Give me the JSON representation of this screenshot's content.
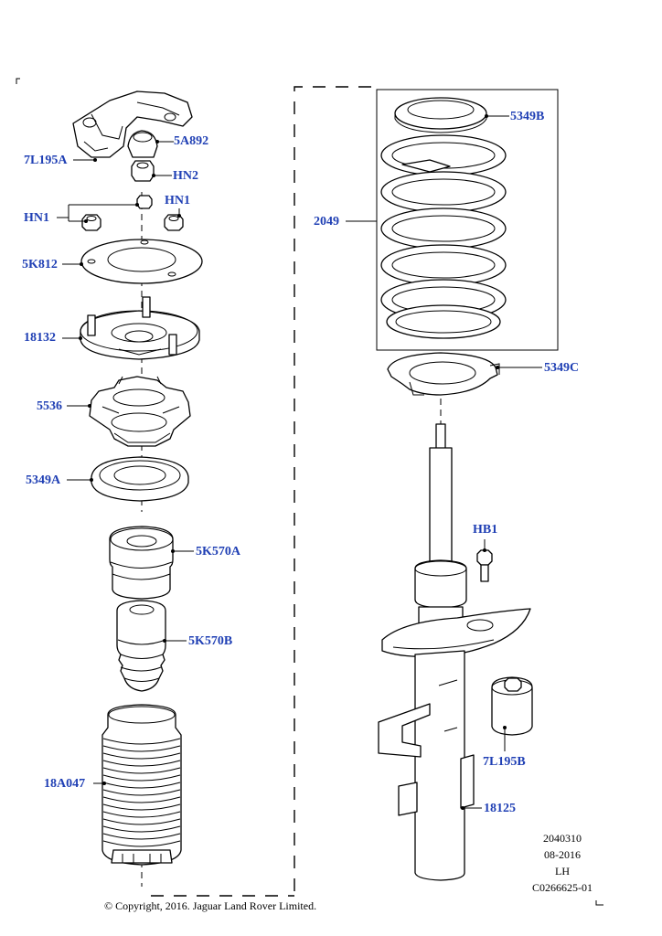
{
  "labels": {
    "l_5349B": "5349B",
    "l_5A892": "5A892",
    "l_7L195A": "7L195A",
    "l_HN2": "HN2",
    "l_HN1_right": "HN1",
    "l_HN1_left": "HN1",
    "l_2049": "2049",
    "l_5K812": "5K812",
    "l_18132": "18132",
    "l_5349C": "5349C",
    "l_5536": "5536",
    "l_5349A": "5349A",
    "l_HB1": "HB1",
    "l_5K570A": "5K570A",
    "l_5K570B": "5K570B",
    "l_7L195B": "7L195B",
    "l_18A047": "18A047",
    "l_18125": "18125"
  },
  "info": {
    "code": "2040310",
    "date": "08-2016",
    "side": "LH",
    "ref": "C0266625-01"
  },
  "copyright": "© Copyright, 2016. Jaguar Land Rover Limited."
}
